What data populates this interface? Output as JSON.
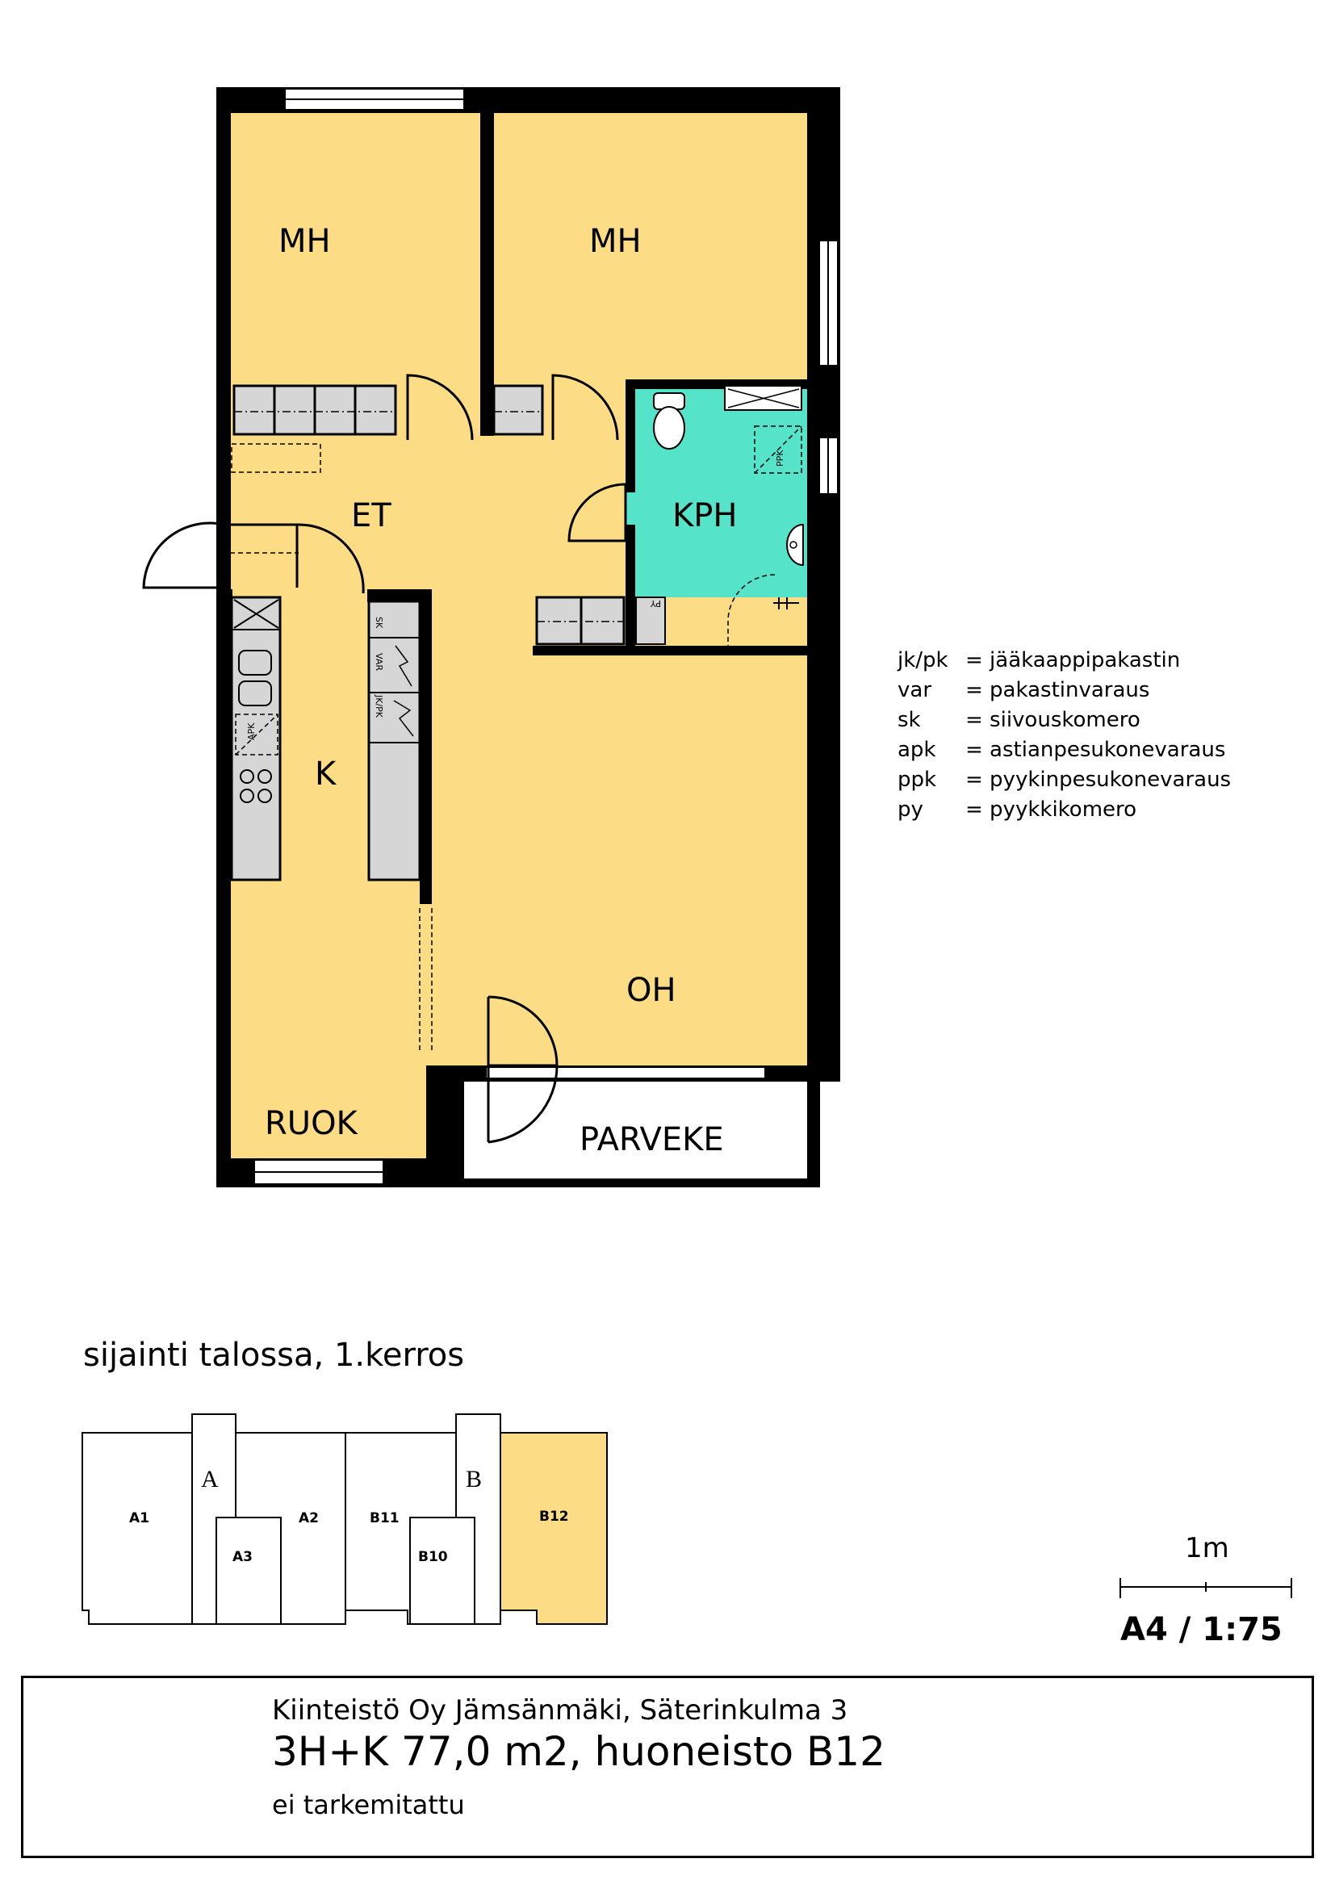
{
  "rooms": {
    "mh1": "MH",
    "mh2": "MH",
    "et": "ET",
    "kph": "KPH",
    "k": "K",
    "oh": "OH",
    "ruok": "RUOK",
    "parveke": "PARVEKE"
  },
  "fixtures": {
    "sk": "SK",
    "var": "VAR",
    "jkpk": "JK/PK",
    "apk": "APK",
    "ppk": "PPK",
    "py": "PY"
  },
  "legend": [
    {
      "abbr": "jk/pk",
      "desc": "= jääkaappipakastin"
    },
    {
      "abbr": "var",
      "desc": "= pakastinvaraus"
    },
    {
      "abbr": "sk",
      "desc": "= siivouskomero"
    },
    {
      "abbr": "apk",
      "desc": "= astianpesukonevaraus"
    },
    {
      "abbr": "ppk",
      "desc": "= pyykinpesukonevaraus"
    },
    {
      "abbr": "py",
      "desc": "= pyykkikomero"
    }
  ],
  "location": {
    "title": "sijainti talossa, 1.kerros",
    "units": [
      "A1",
      "A2",
      "A3",
      "B11",
      "B10",
      "B12"
    ],
    "stairs": [
      "A",
      "B"
    ]
  },
  "scale": {
    "bar_label": "1m",
    "ratio": "A4 / 1:75"
  },
  "info": {
    "line1": "Kiinteistö Oy Jämsänmäki, Säterinkulma 3",
    "line2": "3H+K 77,0 m2, huoneisto B12",
    "line3": "ei tarkemitattu"
  },
  "colors": {
    "room": "#FCDC84",
    "bathroom": "#55E3C9",
    "wall": "#000000",
    "highlight_unit": "#FCDC84",
    "fixture": "#D6D6D6"
  }
}
